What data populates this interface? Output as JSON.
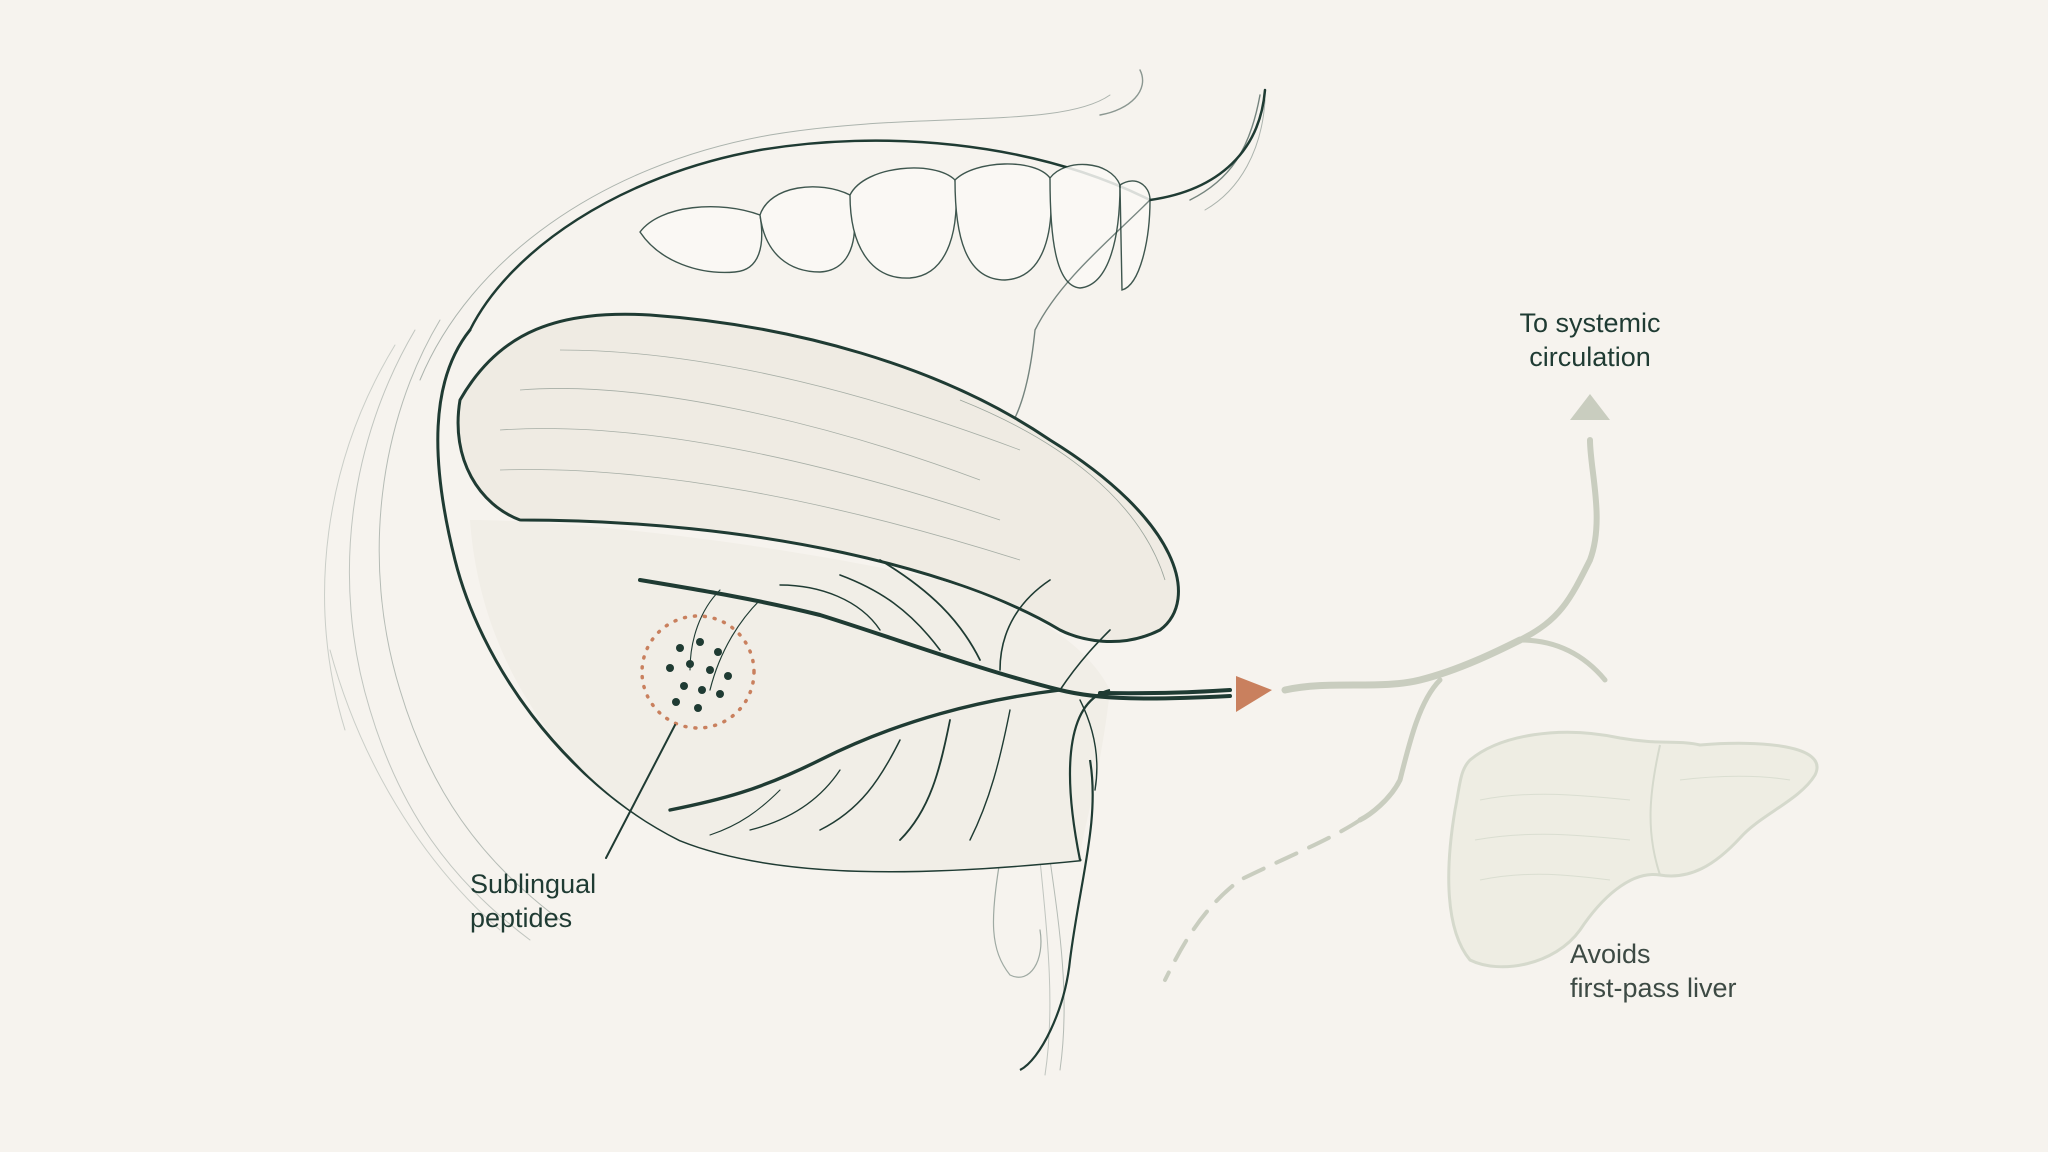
{
  "labels": {
    "sublingual": {
      "line1": "Sublingual",
      "line2": "peptides"
    },
    "systemic": {
      "line1": "To systemic",
      "line2": "circulation"
    },
    "liver": {
      "line1": "Avoids",
      "line2": "first-pass liver"
    }
  },
  "colors": {
    "background": "#f6f3ee",
    "outline": "#1f3b33",
    "arrow": "#c9805e",
    "peptide_ring": "#c9805e",
    "faded_vessel": "#c9cdbf",
    "liver": "#d5d9cc"
  }
}
